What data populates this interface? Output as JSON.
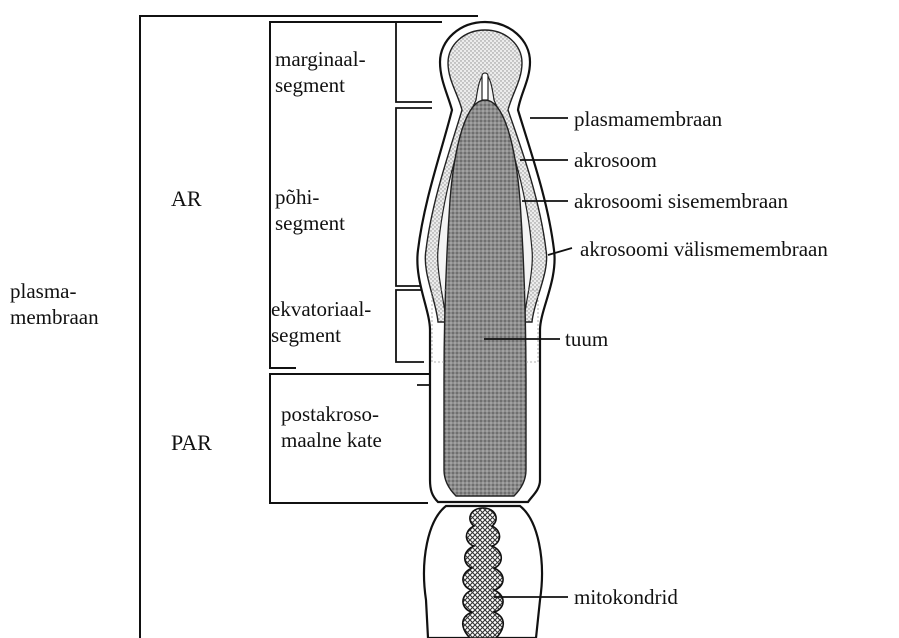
{
  "regions": {
    "whole": "plasma-\nmembraan",
    "ar": "AR",
    "par": "PAR"
  },
  "segments": {
    "marginal": "marginaal-\nsegment",
    "main": "põhi-\nsegment",
    "equatorial": "ekvatoriaal-\nsegment",
    "postacrosomal": "postakroso-\nmaalne kate"
  },
  "structures": {
    "plasma_membrane": "plasmamembraan",
    "acrosome": "akrosoom",
    "inner_acrosomal_membrane": "akrosoomi sisemembraan",
    "outer_acrosomal_membrane": "akrosoomi välismemembraan",
    "nucleus": "tuum",
    "mitochondria": "mitokondrid"
  },
  "colors": {
    "line": "#111111",
    "acrosome_fill": "#e2e2e2",
    "nucleus_fill": "#8f8f8f",
    "mitochondria_fill": "#9a9a9a"
  }
}
